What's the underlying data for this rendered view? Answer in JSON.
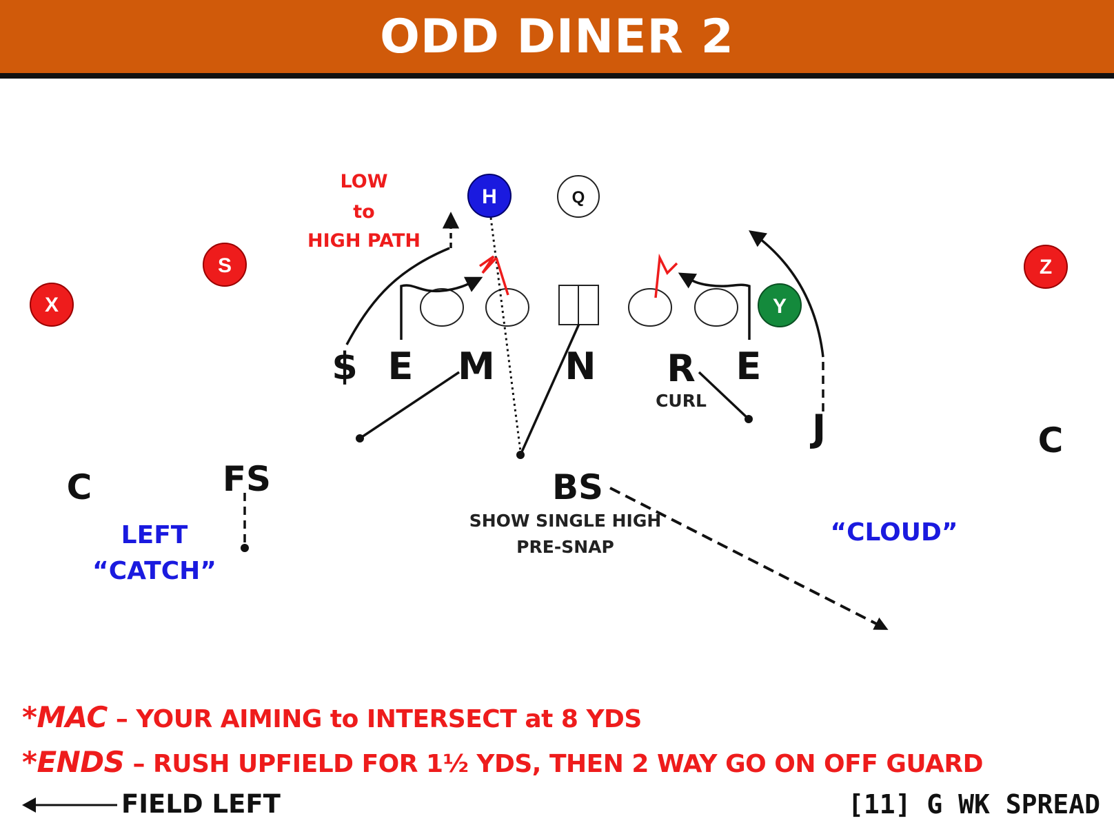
{
  "header": {
    "title": "ODD DINER 2"
  },
  "colors": {
    "header_bg": "#d05a0a",
    "offense_red": "#ee1c1c",
    "h_blue": "#1a1adf",
    "y_green": "#148a3c",
    "coverage_blue": "#1a1adf",
    "text_red": "#ee1c1c"
  },
  "offense": {
    "x": "X",
    "s": "S",
    "h": "H",
    "q": "Q",
    "y": "Y",
    "z": "Z"
  },
  "defense": {
    "dollar": "$",
    "end_left": "E",
    "mike": "M",
    "nose": "N",
    "rover": "R",
    "end_right": "E",
    "jack": "J",
    "corner_left": "C",
    "free_safety": "FS",
    "boundary_safety": "BS",
    "corner_right": "C"
  },
  "annotations": {
    "low_to_high": [
      "LOW",
      "to",
      "HIGH PATH"
    ],
    "curl": "CURL",
    "show_single_high": [
      "SHOW SINGLE HIGH",
      "PRE-SNAP"
    ],
    "left_catch": [
      "LEFT",
      "“CATCH”"
    ],
    "cloud": "“CLOUD”"
  },
  "notes": [
    {
      "lead": "*MAC",
      "text": " – YOUR AIMING to INTERSECT at 8 YDS"
    },
    {
      "lead": "*ENDS",
      "text": " – RUSH UPFIELD FOR 1½ YDS, THEN 2 WAY GO ON OFF GUARD"
    }
  ],
  "footer": {
    "field_left": "FIELD LEFT",
    "formation": "[11] G WK SPREAD"
  }
}
